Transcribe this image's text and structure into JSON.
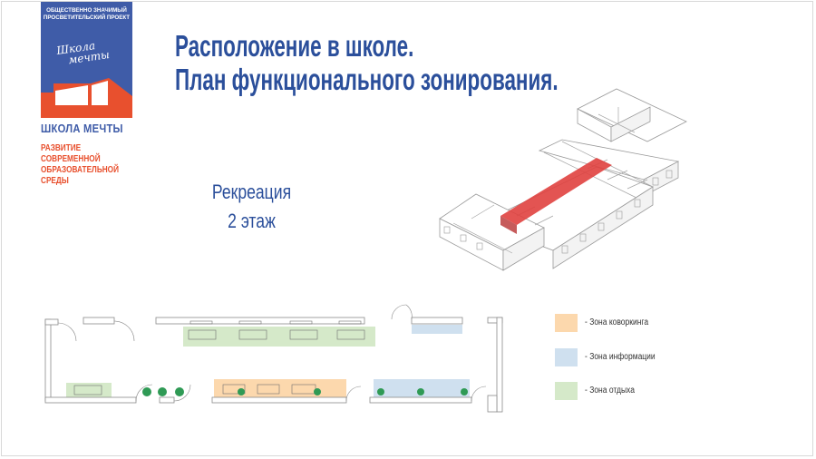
{
  "logo": {
    "tagline_1": "ОБЩЕСТВЕННО ЗНАЧИМЫЙ",
    "tagline_2": "ПРОСВЕТИТЕЛЬСКИЙ ПРОЕКТ",
    "script_1": "Школа",
    "script_2": "мечты",
    "name": "ШКОЛА МЕЧТЫ",
    "subtitle_1": "РАЗВИТИЕ СОВРЕМЕННОЙ",
    "subtitle_2": "ОБРАЗОВАТЕЛЬНОЙ СРЕДЫ",
    "colors": {
      "blue": "#3f5ca8",
      "red": "#e8502e"
    }
  },
  "title": {
    "line_1": "Расположение в школе.",
    "line_2": "План функционального зонирования."
  },
  "location": {
    "area": "Рекреация",
    "floor": "2 этаж"
  },
  "iso_highlight_color": "#e0413f",
  "legend": {
    "items": [
      {
        "label": "- Зона коворкинга",
        "color": "#fcd8ad"
      },
      {
        "label": "- Зона информации",
        "color": "#cfe0ef"
      },
      {
        "label": "- Зона отдыха",
        "color": "#d5e9c9"
      }
    ]
  }
}
